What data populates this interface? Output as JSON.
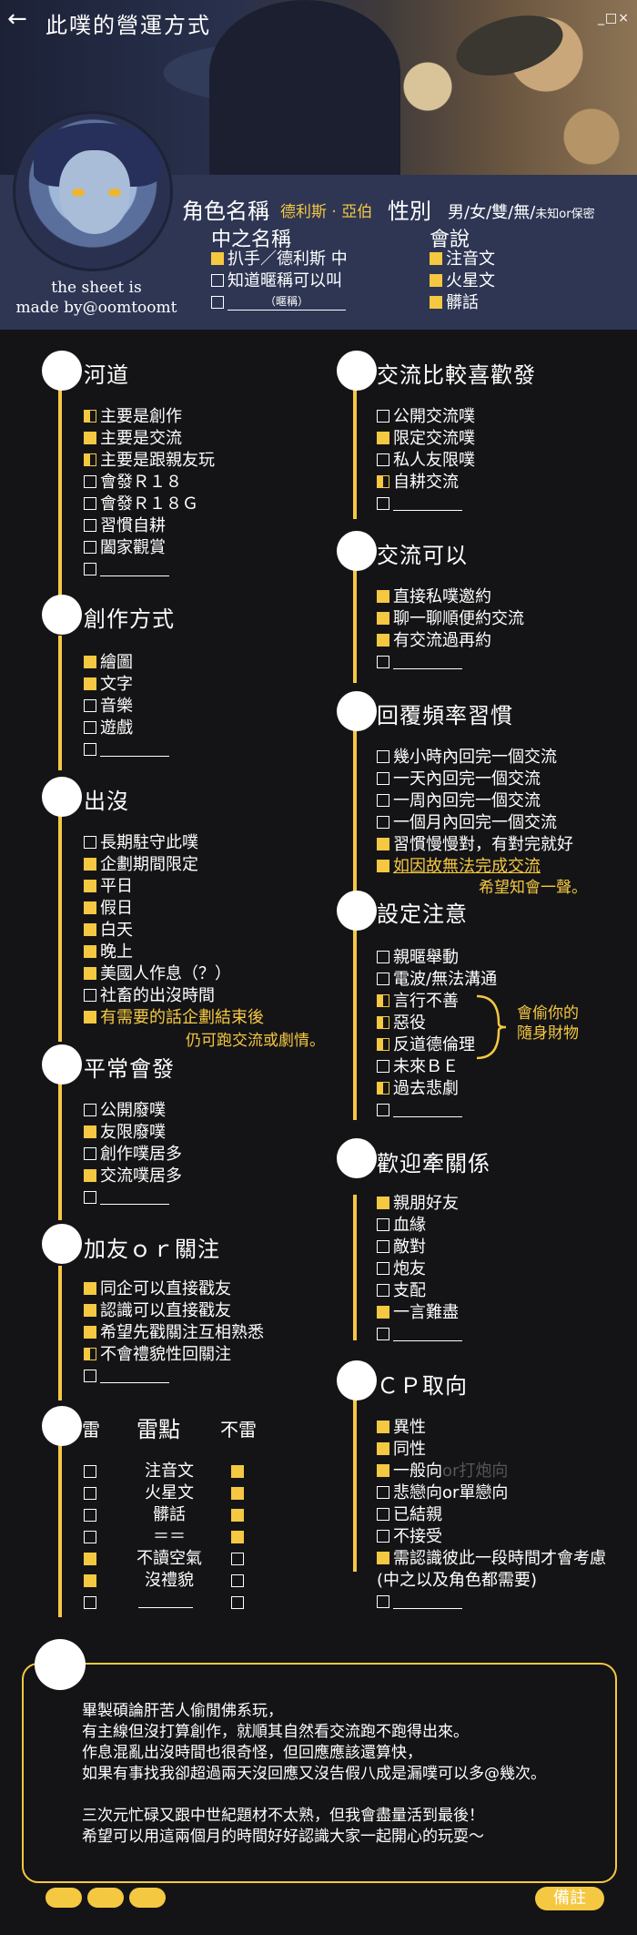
{
  "header": {
    "back_icon": "←",
    "title": "此噗的營運方式",
    "window_controls": "_□×",
    "credit_line1": "the sheet is",
    "credit_line2": "made by@oomtoomt"
  },
  "profile": {
    "role_label": "角色名稱",
    "role_value": "德利斯 · 亞伯",
    "gender_label": "性別",
    "gender_options": "男/女/雙/無/",
    "gender_note": "未知or保密",
    "zhongzhi_label": "中之名稱",
    "zhongzhi_options": [
      {
        "checked": "on",
        "text": "扒手／德利斯 中"
      },
      {
        "checked": "off",
        "text": "知道暱稱可以叫"
      },
      {
        "checked": "off",
        "text": "",
        "blank": "（暱稱）"
      }
    ],
    "speak_label": "會說",
    "speak_options": [
      {
        "checked": "on",
        "text": "注音文"
      },
      {
        "checked": "on",
        "text": "火星文"
      },
      {
        "checked": "on",
        "text": "髒話"
      }
    ]
  },
  "sections": {
    "river": {
      "title": "河道",
      "items": [
        {
          "c": "half",
          "t": "主要是創作"
        },
        {
          "c": "on",
          "t": "主要是交流"
        },
        {
          "c": "half",
          "t": "主要是跟親友玩"
        },
        {
          "c": "off",
          "t": "會發Ｒ１８"
        },
        {
          "c": "off",
          "t": "會發Ｒ１８Ｇ"
        },
        {
          "c": "off",
          "t": "習慣自耕"
        },
        {
          "c": "off",
          "t": "闔家觀賞"
        },
        {
          "c": "off",
          "t": "",
          "b": true
        }
      ]
    },
    "create": {
      "title": "創作方式",
      "items": [
        {
          "c": "on",
          "t": "繪圖"
        },
        {
          "c": "on",
          "t": "文字"
        },
        {
          "c": "off",
          "t": "音樂"
        },
        {
          "c": "off",
          "t": "遊戲"
        },
        {
          "c": "off",
          "t": "",
          "b": true
        }
      ]
    },
    "appear": {
      "title": "出沒",
      "items": [
        {
          "c": "off",
          "t": "長期駐守此噗"
        },
        {
          "c": "on",
          "t": "企劃期間限定"
        },
        {
          "c": "on",
          "t": "平日"
        },
        {
          "c": "on",
          "t": "假日"
        },
        {
          "c": "on",
          "t": "白天"
        },
        {
          "c": "on",
          "t": "晚上"
        },
        {
          "c": "on",
          "t": "美國人作息（？）"
        },
        {
          "c": "off",
          "t": "社畜的出沒時間"
        },
        {
          "c": "on",
          "t": "有需要的話企劃結束後",
          "gold": true
        }
      ],
      "note2": "仍可跑交流或劇情。"
    },
    "plurk": {
      "title": "平常會發",
      "items": [
        {
          "c": "off",
          "t": "公開廢噗"
        },
        {
          "c": "on",
          "t": "友限廢噗"
        },
        {
          "c": "off",
          "t": "創作噗居多"
        },
        {
          "c": "on",
          "t": "交流噗居多"
        },
        {
          "c": "off",
          "t": "",
          "b": true
        }
      ]
    },
    "follow": {
      "title": "加友ｏｒ關注",
      "items": [
        {
          "c": "on",
          "t": "同企可以直接戳友"
        },
        {
          "c": "on",
          "t": "認識可以直接戳友"
        },
        {
          "c": "on",
          "t": "希望先戳關注互相熟悉"
        },
        {
          "c": "half",
          "t": "不會禮貌性回關注"
        },
        {
          "c": "off",
          "t": "",
          "b": true
        }
      ]
    },
    "thunder": {
      "title_left": "雷",
      "title_mid": "雷點",
      "title_right": "不雷",
      "rows": [
        {
          "l": "off",
          "t": "注音文",
          "r": "on"
        },
        {
          "l": "off",
          "t": "火星文",
          "r": "on"
        },
        {
          "l": "off",
          "t": "髒話",
          "r": "on"
        },
        {
          "l": "off",
          "t": "＝＝",
          "r": "on"
        },
        {
          "l": "on",
          "t": "不讀空氣",
          "r": "off"
        },
        {
          "l": "on",
          "t": "沒禮貌",
          "r": "off"
        },
        {
          "l": "off",
          "t": "",
          "r": "off",
          "b": true
        }
      ]
    },
    "prefer": {
      "title": "交流比較喜歡發",
      "items": [
        {
          "c": "off",
          "t": "公開交流噗"
        },
        {
          "c": "on",
          "t": "限定交流噗"
        },
        {
          "c": "off",
          "t": "私人友限噗"
        },
        {
          "c": "half",
          "t": "自耕交流"
        },
        {
          "c": "off",
          "t": "",
          "b": true
        }
      ]
    },
    "allow": {
      "title": "交流可以",
      "items": [
        {
          "c": "on",
          "t": "直接私噗邀約"
        },
        {
          "c": "on",
          "t": "聊一聊順便約交流"
        },
        {
          "c": "on",
          "t": "有交流過再約"
        },
        {
          "c": "off",
          "t": "",
          "b": true
        }
      ]
    },
    "reply": {
      "title": "回覆頻率習慣",
      "items": [
        {
          "c": "off",
          "t": "幾小時內回完一個交流"
        },
        {
          "c": "off",
          "t": "一天內回完一個交流"
        },
        {
          "c": "off",
          "t": "一周內回完一個交流"
        },
        {
          "c": "off",
          "t": "一個月內回完一個交流"
        },
        {
          "c": "on",
          "t": "習慣慢慢對，有對完就好"
        },
        {
          "c": "on",
          "t": "如因故無法完成交流",
          "gold": true,
          "underline": true
        }
      ],
      "note2": "希望知會一聲。"
    },
    "setting": {
      "title": "設定注意",
      "items": [
        {
          "c": "off",
          "t": "親暱舉動"
        },
        {
          "c": "off",
          "t": "電波/無法溝通"
        },
        {
          "c": "half",
          "t": "言行不善"
        },
        {
          "c": "half",
          "t": "惡役"
        },
        {
          "c": "half",
          "t": "反道德倫理"
        },
        {
          "c": "off",
          "t": "未來ＢＥ"
        },
        {
          "c": "half",
          "t": "過去悲劇"
        },
        {
          "c": "off",
          "t": "",
          "b": true
        }
      ],
      "brace_note1": "會偷你的",
      "brace_note2": "隨身財物"
    },
    "relation": {
      "title": "歡迎牽關係",
      "items": [
        {
          "c": "on",
          "t": "親朋好友"
        },
        {
          "c": "off",
          "t": "血緣"
        },
        {
          "c": "off",
          "t": "敵對"
        },
        {
          "c": "off",
          "t": "炮友"
        },
        {
          "c": "off",
          "t": "支配"
        },
        {
          "c": "on",
          "t": "一言難盡"
        },
        {
          "c": "off",
          "t": "",
          "b": true
        }
      ]
    },
    "cp": {
      "title": "ＣＰ取向",
      "items": [
        {
          "c": "on",
          "t": "異性"
        },
        {
          "c": "on",
          "t": "同性"
        },
        {
          "c": "on",
          "t": "一般向",
          "extra": "or打炮向"
        },
        {
          "c": "off",
          "t": "悲戀向or單戀向"
        },
        {
          "c": "off",
          "t": "已結親"
        },
        {
          "c": "off",
          "t": "不接受"
        },
        {
          "c": "on",
          "t": "需認識彼此一段時間才會考慮"
        },
        {
          "c": "none",
          "t": "(中之以及角色都需要)"
        },
        {
          "c": "off",
          "t": "",
          "b": true
        }
      ]
    }
  },
  "remarks": {
    "text": "畢製碩論肝苦人偷閒佛系玩，\n有主線但沒打算創作，就順其自然看交流跑不跑得出來。\n作息混亂出沒時間也很奇怪，但回應應該還算快，\n如果有事找我卻超過兩天沒回應又沒告假八成是漏噗可以多@幾次。\n\n三次元忙碌又跟中世紀題材不太熟，但我會盡量活到最後！\n希望可以用這兩個月的時間好好認識大家一起開心的玩耍～",
    "button_label": "備註"
  },
  "colors": {
    "accent": "#f5c842",
    "background": "#141416",
    "band": "#2e3654"
  }
}
